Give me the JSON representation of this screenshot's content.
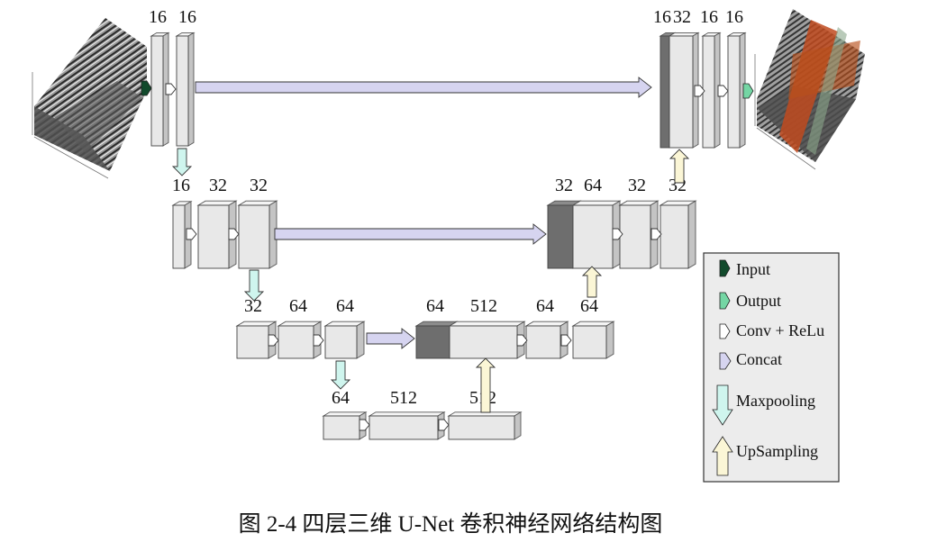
{
  "stages": [
    {
      "id": "enc1",
      "blocks": [
        {
          "label": "16"
        },
        {
          "label": "16"
        }
      ]
    },
    {
      "id": "enc2",
      "blocks": [
        {
          "label": "16"
        },
        {
          "label": "32"
        },
        {
          "label": "32"
        }
      ]
    },
    {
      "id": "enc3",
      "blocks": [
        {
          "label": "32"
        },
        {
          "label": "64"
        },
        {
          "label": "64"
        }
      ]
    },
    {
      "id": "bottleneck",
      "blocks": [
        {
          "label": "64"
        },
        {
          "label": "512"
        },
        {
          "label": "512"
        }
      ]
    },
    {
      "id": "dec3",
      "blocks": [
        {
          "label": "64"
        },
        {
          "label": "512"
        },
        {
          "label": "64"
        },
        {
          "label": "64"
        }
      ]
    },
    {
      "id": "dec2",
      "blocks": [
        {
          "label": "32"
        },
        {
          "label": "64"
        },
        {
          "label": "32"
        },
        {
          "label": "32"
        }
      ]
    },
    {
      "id": "dec1",
      "blocks": [
        {
          "label": "16"
        },
        {
          "label": "32"
        },
        {
          "label": "16"
        },
        {
          "label": "16"
        }
      ]
    }
  ],
  "legend": {
    "input": "Input",
    "output": "Output",
    "conv": "Conv + ReLu",
    "concat": "Concat",
    "maxpool": "Maxpooling",
    "upsample": "UpSampling"
  },
  "caption": "图 2-4 四层三维 U-Net 卷积神经网络结构图",
  "colors": {
    "block_face": "#e8e8e8",
    "block_dark": "#6e6e6e",
    "concat_arrow": "#d6d4f0",
    "maxpool_arrow": "#cff5ee",
    "upsample_arrow": "#fbf6d6",
    "input_arrow": "#124a2c",
    "output_arrow": "#74d6a4"
  }
}
